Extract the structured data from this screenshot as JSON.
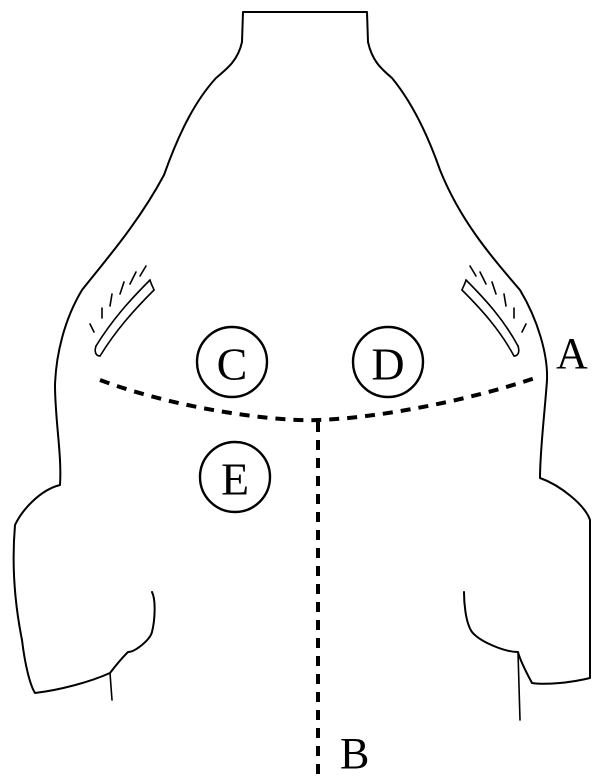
{
  "labels": {
    "line_a": "A",
    "line_b": "B",
    "site_c": "C",
    "site_d": "D",
    "site_e": "E"
  }
}
